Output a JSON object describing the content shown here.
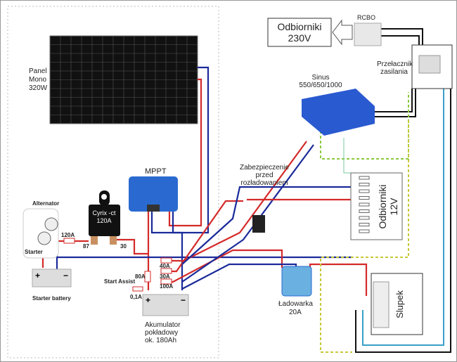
{
  "labels": {
    "panel": [
      "Panel",
      "Mono",
      "320W"
    ],
    "mppt": "MPPT",
    "alternator": "Alternator",
    "starter": "Starter",
    "starter_battery": "Starter battery",
    "cyrix": [
      "Cyrix -ct",
      "120A"
    ],
    "fuse_120": "120A",
    "term_87": "87",
    "term_30": "30",
    "fuse_80": "80A",
    "fuse_40": "40A",
    "fuse_30": "30A",
    "fuse_100": "100A",
    "fuse_01": "0,1A",
    "start_assist": "Start Assist",
    "akumulator": [
      "Akumulator",
      "pokładowy",
      "ok. 180Ah"
    ],
    "zabezpieczenie": [
      "Zabezpieczenie",
      "przed",
      "rozładowaniem"
    ],
    "odbiorniki_12v": [
      "Odbiorniki",
      "12V"
    ],
    "odbiorniki_230v": [
      "Odbiorniki",
      "230V"
    ],
    "rcbo": "RCBO",
    "przelacznik": [
      "Przełacznik",
      "zasilania"
    ],
    "sinus": [
      "Sinus",
      "550/650/1000"
    ],
    "ladowarka": [
      "Ładowarka",
      "20A"
    ],
    "stupek": "Slupek"
  },
  "colors": {
    "positive": "#d42a2a",
    "negative": "#1a2a9a",
    "ac_phase": "#111111",
    "ac_neutral": "#3aa0c8",
    "earth": "#8ac83a",
    "device_blue": "#2a6ad0"
  }
}
